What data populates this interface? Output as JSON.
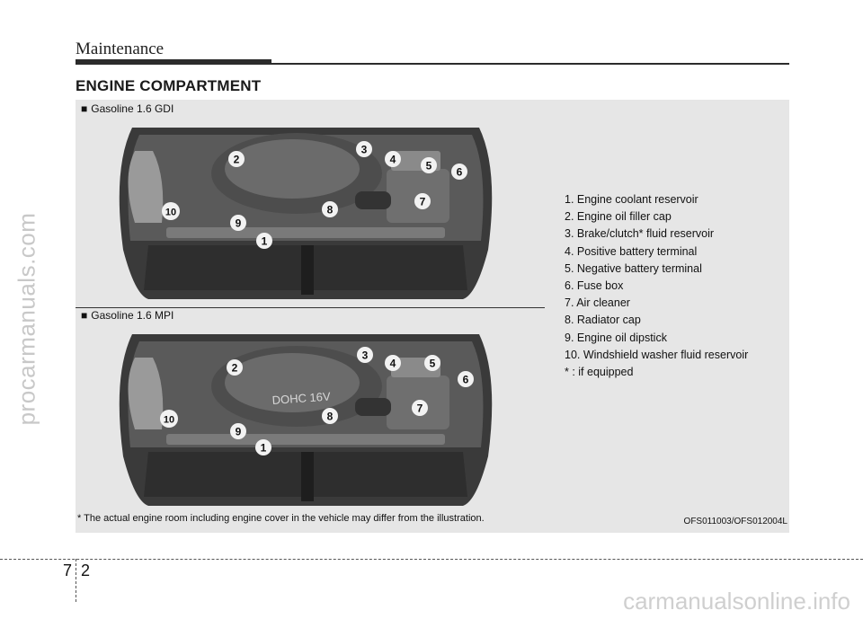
{
  "header": {
    "title": "Maintenance"
  },
  "section": {
    "title": "ENGINE COMPARTMENT"
  },
  "figures": [
    {
      "bullet": "■",
      "label": "Gasoline 1.6 GDI",
      "cover_text": ""
    },
    {
      "bullet": "■",
      "label": "Gasoline 1.6 MPI",
      "cover_text": "DOHC 16V"
    }
  ],
  "callouts": [
    "1",
    "2",
    "3",
    "4",
    "5",
    "6",
    "7",
    "8",
    "9",
    "10"
  ],
  "legend": [
    "1. Engine coolant reservoir",
    "2. Engine oil filler cap",
    "3. Brake/clutch* fluid reservoir",
    "4. Positive battery terminal",
    "5. Negative battery terminal",
    "6. Fuse box",
    "7. Air cleaner",
    "8. Radiator cap",
    "9. Engine oil dipstick",
    "10. Windshield washer fluid reservoir",
    "* : if equipped"
  ],
  "footnote": "* The actual engine room including engine cover in the vehicle may differ from the illustration.",
  "figure_code": "OFS011003/OFS012004L",
  "page": {
    "chapter": "7",
    "number": "2"
  },
  "watermarks": {
    "side": "procarmanuals.com",
    "bottom": "carmanualsonline.info"
  }
}
